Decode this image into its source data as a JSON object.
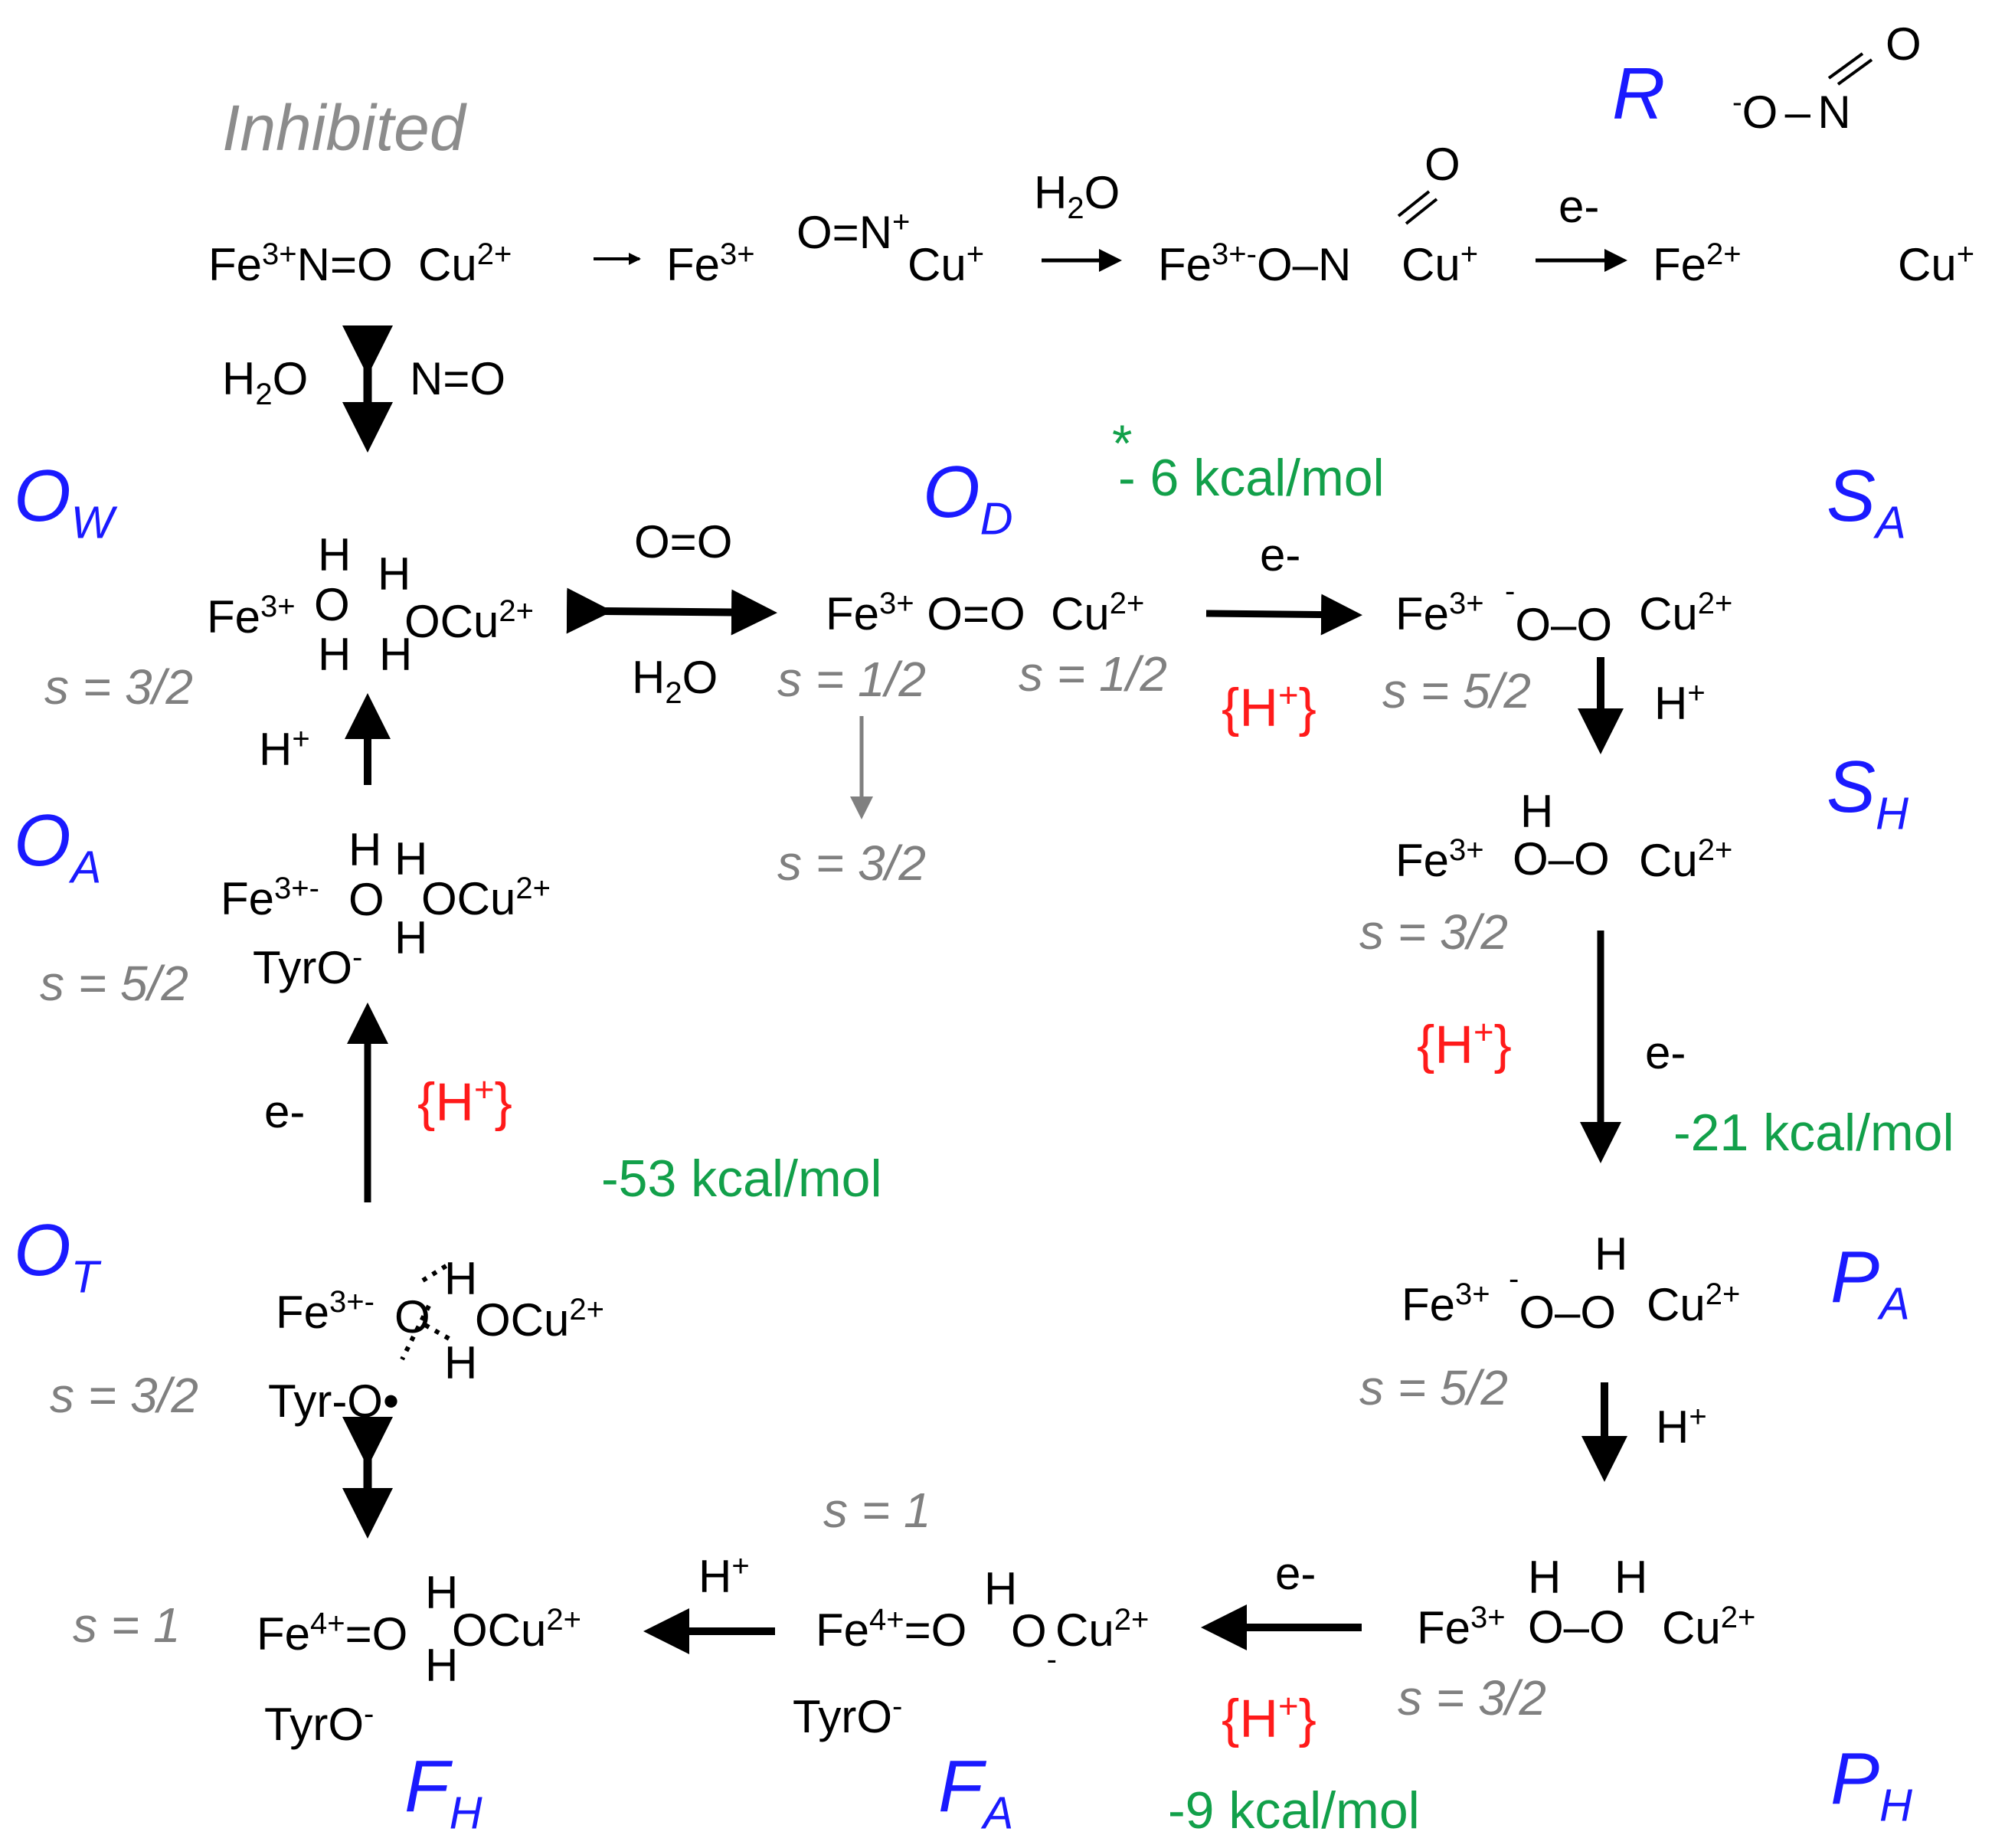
{
  "colors": {
    "state_label": "#1a1aff",
    "energy": "#12a04a",
    "proton": "#ff1a1a",
    "spin": "#808080",
    "inhibited": "#8c8c8c",
    "ink": "#000000"
  },
  "title": "Inhibited",
  "states": {
    "R": {
      "letter": "R",
      "sub": ""
    },
    "OW": {
      "letter": "O",
      "sub": "W"
    },
    "OD": {
      "letter": "O",
      "sub": "D"
    },
    "SA": {
      "letter": "S",
      "sub": "A"
    },
    "SH": {
      "letter": "S",
      "sub": "H"
    },
    "OA": {
      "letter": "O",
      "sub": "A"
    },
    "OT": {
      "letter": "O",
      "sub": "T"
    },
    "PA": {
      "letter": "P",
      "sub": "A"
    },
    "PH": {
      "letter": "P",
      "sub": "H"
    },
    "FH": {
      "letter": "F",
      "sub": "H"
    },
    "FA": {
      "letter": "F",
      "sub": "A"
    }
  },
  "species": {
    "r_nitrite": "-O–N=O",
    "inh_1": "Fe3+N=O  Cu2+",
    "inh_2": "Fe3+  O=N+Cu+",
    "inh_3": "Fe3+ -O–N=O Cu+",
    "inh_4": "Fe2+",
    "inh_4b": "Cu+",
    "ow": "Fe3+ H2O H2O Cu2+",
    "od": "Fe3+ O=O Cu2+",
    "sa": "Fe3+ -O–O Cu2+",
    "sh": "Fe3+ HO–O Cu2+",
    "oa": "Fe3+ -OH H2O Cu2+ TyrO-",
    "ot": "Fe3+ -O H2O Cu2+ Tyr-O•",
    "pa": "Fe3+ -O–OH Cu2+",
    "ph": "Fe3+ HO–OH Cu2+",
    "fh": "Fe4+=O H2O Cu2+ TyrO-",
    "fa": "Fe4+=O HO- Cu2+ TyrO-"
  },
  "reagents": {
    "h2o_a": "H2O",
    "h2o_b": "H2O",
    "no_top": "N=O",
    "e_top": "e-",
    "oo_top": "O=O",
    "h2o_mid": "H2O",
    "e_od": "e-",
    "hplus_sa": "H+",
    "e_sh": "e-",
    "hplus_pa": "H+",
    "e_ph": "e-",
    "hplus_fa": "H+",
    "hplus_oa": "H+",
    "e_ot": "e-"
  },
  "protons": [
    "{H+}",
    "{H+}",
    "{H+}",
    "{H+}"
  ],
  "energies": {
    "od_sa": "- 6 kcal/mol",
    "od_sa_star": "*",
    "sh_pa": "-21 kcal/mol",
    "ot_oa": "-53 kcal/mol",
    "ph_fa": "-9 kcal/mol"
  },
  "spins": {
    "ow": "s = 3/2",
    "od_1": "s = 1/2",
    "od_2": "s = 1/2",
    "od_3": "s = 3/2",
    "sa": "s = 5/2",
    "sh": "s = 3/2",
    "oa": "s = 5/2",
    "ot": "s = 3/2",
    "pa": "s = 5/2",
    "ph": "s = 3/2",
    "fa": "s = 1",
    "fh": "s = 1"
  }
}
